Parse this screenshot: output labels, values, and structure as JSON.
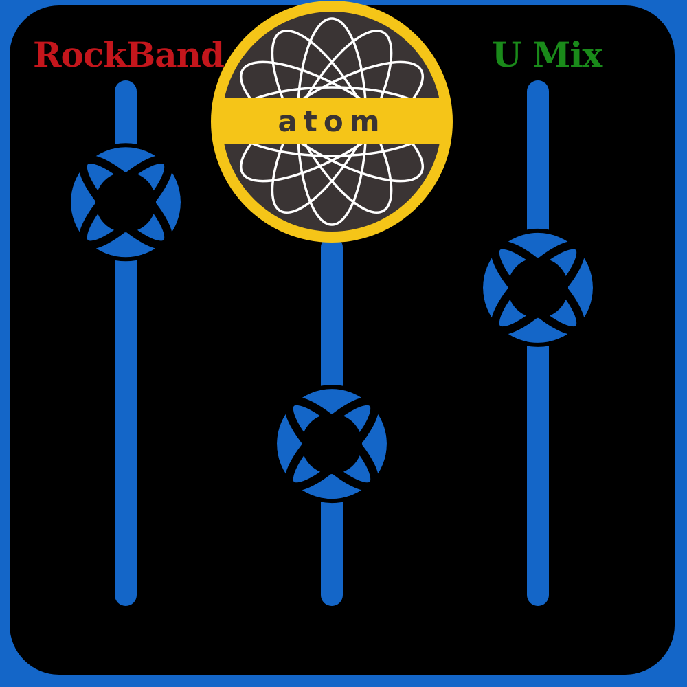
{
  "title_left": "RockBand",
  "title_right": "U Mix",
  "logo": {
    "text": "atom",
    "icon": "atom-icon"
  },
  "colors": {
    "background": "#000000",
    "border": "#1466c8",
    "slider": "#1466c8",
    "title_left": "#c4161c",
    "title_right": "#1a8a1a",
    "logo_ring": "#f5c518",
    "logo_fill": "#3a3434",
    "logo_text": "#3a3434"
  },
  "sliders": [
    {
      "name": "slider-left",
      "level": 0.78
    },
    {
      "name": "slider-center",
      "level": 0.3
    },
    {
      "name": "slider-right",
      "level": 0.61
    }
  ]
}
